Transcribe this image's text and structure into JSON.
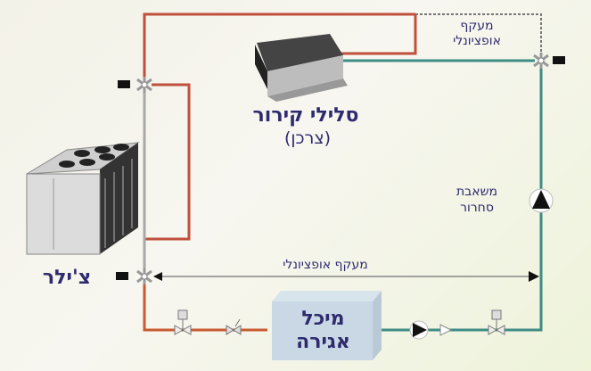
{
  "labels": {
    "cooling_coils": "סלילי קירור",
    "consumer": "(צרכן)",
    "chiller": "צ'ילר",
    "tank_line1": "מיכל",
    "tank_line2": "אגירה",
    "pump_line1": "משאבת",
    "pump_line2": "סחרור",
    "bypass_top_line1": "מעקף",
    "bypass_top_line2": "אופציונלי",
    "bypass_bottom": "מעקף אופציונלי"
  },
  "colors": {
    "supply": "#c0503c",
    "return": "#3f8c84",
    "neutral": "#9a9a9a",
    "text": "#2e2a6e"
  }
}
